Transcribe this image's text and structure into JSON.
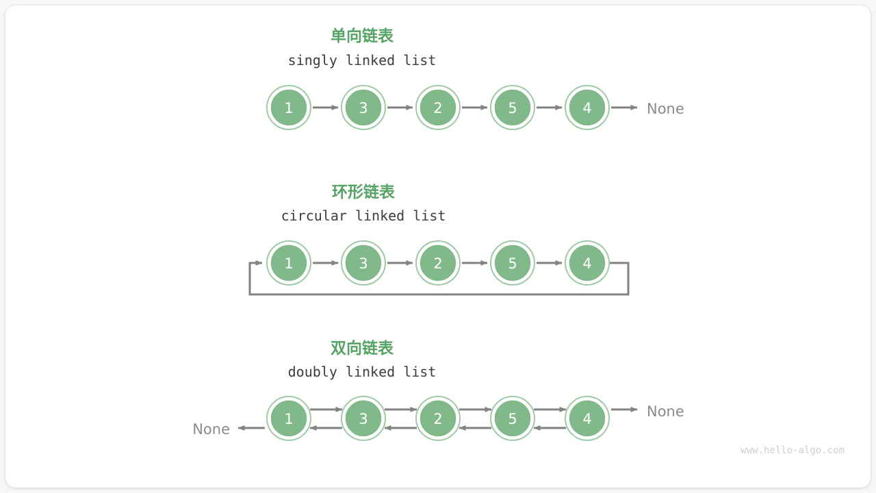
{
  "page": {
    "background_color": "#f7f7f7",
    "card_color": "#ffffff",
    "watermark": "www.hello-algo.com"
  },
  "colors": {
    "heading_green": "#55a465",
    "node_fill": "#81b98a",
    "node_ring": "#9ecba6",
    "arrow_gray": "#828282",
    "none_text": "#8a8a8a",
    "subtitle_text": "#3d3d3d"
  },
  "sections": [
    {
      "id": "singly",
      "cn_title": "单向链表",
      "en_title": "singly linked list",
      "nodes": [
        "1",
        "3",
        "2",
        "5",
        "4"
      ],
      "tail_label": "None",
      "head_label": null
    },
    {
      "id": "circular",
      "cn_title": "环形链表",
      "en_title": "circular linked list",
      "nodes": [
        "1",
        "3",
        "2",
        "5",
        "4"
      ],
      "tail_label": null,
      "head_label": null
    },
    {
      "id": "doubly",
      "cn_title": "双向链表",
      "en_title": "doubly linked list",
      "nodes": [
        "1",
        "3",
        "2",
        "5",
        "4"
      ],
      "tail_label": "None",
      "head_label": "None"
    }
  ]
}
